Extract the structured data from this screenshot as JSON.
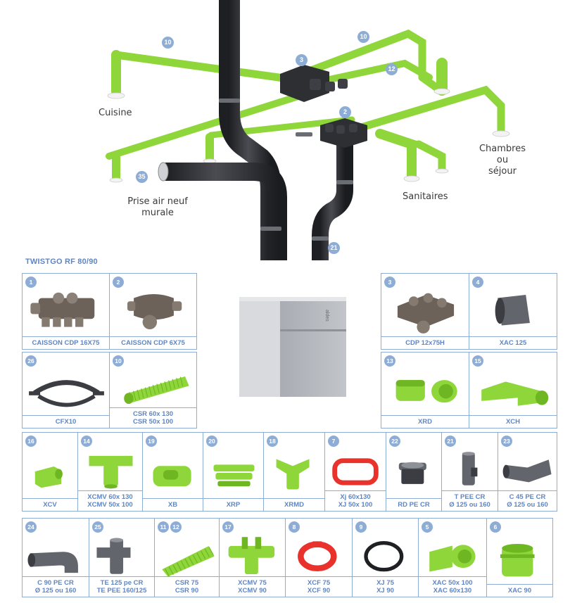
{
  "rooms": {
    "kitchen": "Cuisine",
    "bedrooms": [
      "Chambres",
      "ou",
      "séjour"
    ],
    "bathrooms": "Sanitaires",
    "air_inlet": [
      "Prise air neuf",
      "murale"
    ]
  },
  "unit_brand": "aldes",
  "callouts": {
    "c10a": "10",
    "c10b": "10",
    "c3": "3",
    "c12": "12",
    "c2": "2",
    "c35": "35",
    "c21": "21"
  },
  "catalog_title": "TWISTGO RF 80/90",
  "top_left": [
    {
      "num": "1",
      "l1": "CAISSON CDP 16X75",
      "l2": ""
    },
    {
      "num": "2",
      "l1": "CAISSON CDP 6X75",
      "l2": ""
    },
    {
      "num": "26",
      "l1": "CFX10",
      "l2": ""
    },
    {
      "num": "10",
      "l1": "CSR 60x 130",
      "l2": "CSR 50x 100"
    }
  ],
  "top_right": [
    {
      "num": "3",
      "l1": "CDP 12x75H",
      "l2": ""
    },
    {
      "num": "4",
      "l1": "XAC 125",
      "l2": ""
    },
    {
      "num": "13",
      "l1": "XRD",
      "l2": ""
    },
    {
      "num": "15",
      "l1": "XCH",
      "l2": ""
    }
  ],
  "row3": [
    {
      "num": "16",
      "l1": "XCV",
      "l2": ""
    },
    {
      "num": "14",
      "l1": "XCMV 60x 130",
      "l2": "XCMV 50x 100"
    },
    {
      "num": "19",
      "l1": "XB",
      "l2": ""
    },
    {
      "num": "20",
      "l1": "XRP",
      "l2": ""
    },
    {
      "num": "18",
      "l1": "XRMD",
      "l2": ""
    },
    {
      "num": "7",
      "l1": "Xj 60x130",
      "l2": "XJ 50x 100"
    },
    {
      "num": "22",
      "l1": "RD PE CR",
      "l2": ""
    },
    {
      "num": "21",
      "l1": "T PEE CR",
      "l2": "Ø 125 ou 160"
    },
    {
      "num": "23",
      "l1": "C 45 PE CR",
      "l2": "Ø 125 ou 160"
    }
  ],
  "row4": [
    {
      "num": "24",
      "num2": "",
      "l1": "C 90 PE CR",
      "l2": "Ø 125 ou 160"
    },
    {
      "num": "25",
      "num2": "",
      "l1": "TE 125 pe CR",
      "l2": "TE PEE 160/125"
    },
    {
      "num": "11",
      "num2": "12",
      "l1": "CSR 75",
      "l2": "CSR 90"
    },
    {
      "num": "17",
      "num2": "",
      "l1": "XCMV 75",
      "l2": "XCMV 90"
    },
    {
      "num": "8",
      "num2": "",
      "l1": "XCF 75",
      "l2": "XCF 90"
    },
    {
      "num": "9",
      "num2": "",
      "l1": "XJ 75",
      "l2": "XJ 90"
    },
    {
      "num": "5",
      "num2": "",
      "l1": "XAC 50x 100",
      "l2": "XAC 60x130"
    },
    {
      "num": "6",
      "num2": "",
      "l1": "XAC 90",
      "l2": ""
    }
  ],
  "colors": {
    "green": "#8fd63a",
    "dark": "#2e2f33",
    "blue": "#5f86c3",
    "badge": "#8eadd6",
    "unit": "#b9bcc2"
  }
}
